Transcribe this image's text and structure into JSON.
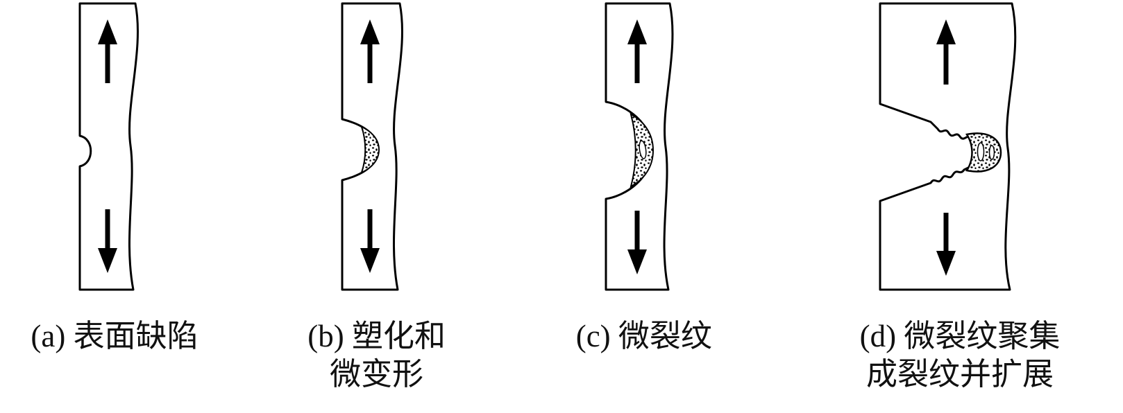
{
  "figure": {
    "description": "Four-stage schematic of crack initiation and growth in a specimen under cyclic tension",
    "panels": [
      {
        "id": "a",
        "caption": [
          "(a) 表面缺陷"
        ]
      },
      {
        "id": "b",
        "caption": [
          "(b) 塑化和",
          "微变形"
        ]
      },
      {
        "id": "c",
        "caption": [
          "(c) 微裂纹"
        ]
      },
      {
        "id": "d",
        "caption": [
          "(d) 微裂纹聚集",
          "成裂纹并扩展"
        ]
      }
    ],
    "icons": {
      "up_arrow": "tension-arrow-up",
      "down_arrow": "tension-arrow-down",
      "stipple": "plastic-zone-stipple",
      "void": "micro-void"
    },
    "colors": {
      "stroke": "#000000",
      "background": "#ffffff",
      "text": "#111111"
    }
  }
}
